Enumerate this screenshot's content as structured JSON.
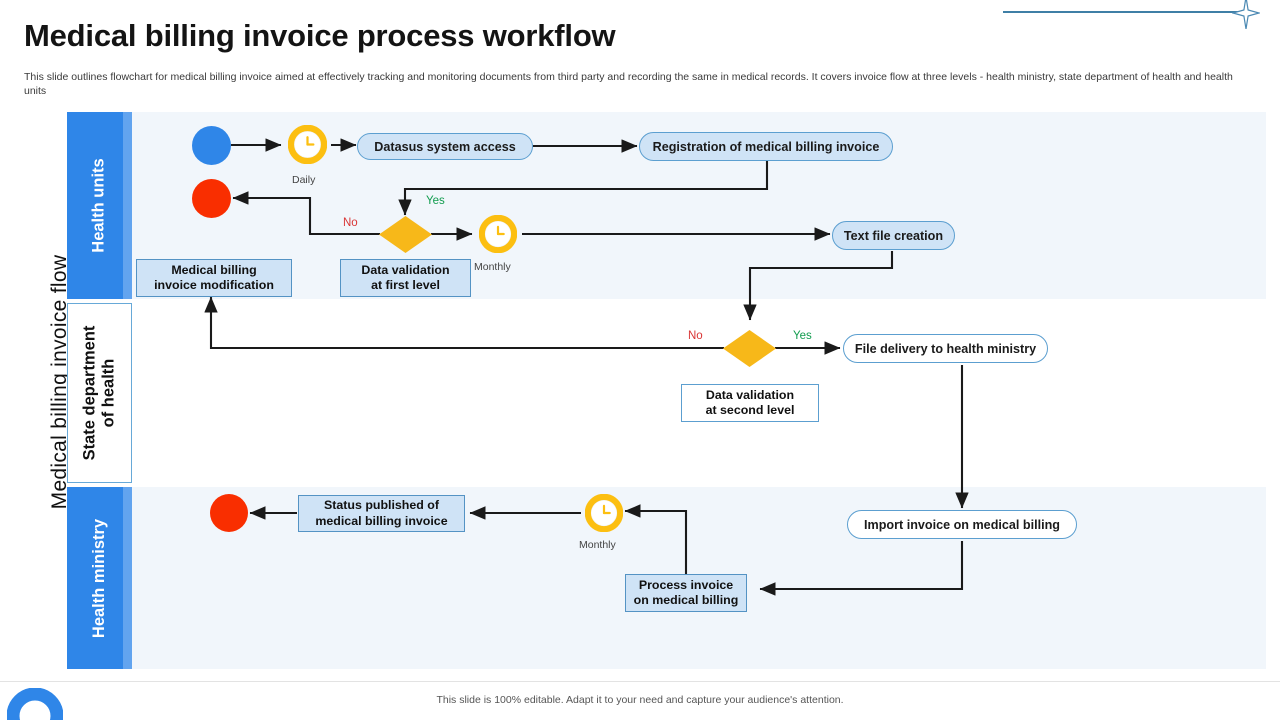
{
  "header": {
    "title": "Medical billing invoice process workflow",
    "subtitle": "This slide outlines flowchart for medical billing invoice aimed at effectively tracking and monitoring documents from third party and recording the same in medical records. It covers invoice flow at three levels -  health ministry, state department of health and health units"
  },
  "diagram": {
    "vertical_label": "Medical billing invoice flow",
    "lanes": [
      {
        "label": "Health units"
      },
      {
        "label_line1": "State department",
        "label_line2": "of health"
      },
      {
        "label": "Health ministry"
      }
    ]
  },
  "nodes": {
    "start_circle": "start",
    "end_circle_lane1": "end",
    "end_circle_lane3": "end",
    "daily_clock_label": "Daily",
    "monthly_clock_lane1_label": "Monthly",
    "monthly_clock_lane3_label": "Monthly",
    "datasus": "Datasus  system  access",
    "registration": "Registration  of medical billing invoice",
    "text_file": "Text file creation",
    "data_validation_first_l1": "Data validation",
    "data_validation_first_l2": "at first  level",
    "medical_billing_mod_l1": "Medical billing",
    "medical_billing_mod_l2": "invoice modification",
    "data_validation_second_l1": "Data validation",
    "data_validation_second_l2": "at second  level",
    "file_delivery": "File delivery to health ministry",
    "import_invoice": "Import invoice on medical billing",
    "process_invoice_l1": "Process  invoice",
    "process_invoice_l2": "on medical billing",
    "status_published_l1": "Status published  of",
    "status_published_l2": "medical billing invoice"
  },
  "edge_labels": {
    "no_1": "No",
    "yes_1": "Yes",
    "no_2": "No",
    "yes_2": "Yes"
  },
  "footer": {
    "note": "This slide is 100% editable. Adapt it to your need and capture your audience's attention."
  },
  "colors": {
    "lane_header_blue": "#2f86e8",
    "lane_header_edge": "#62a4ef",
    "lane_body_tint": "#f1f6fb",
    "node_fill": "#cfe3f6",
    "node_border": "#5c9fd0",
    "start_circle": "#2f86e8",
    "end_circle": "#f92e00",
    "clock_ring": "#fcbf11",
    "decision_diamond": "#f7b819",
    "yes_text": "#119c4e",
    "no_text": "#d93636",
    "connector": "#1a1a1a",
    "deco_line": "#3f7fa6"
  }
}
